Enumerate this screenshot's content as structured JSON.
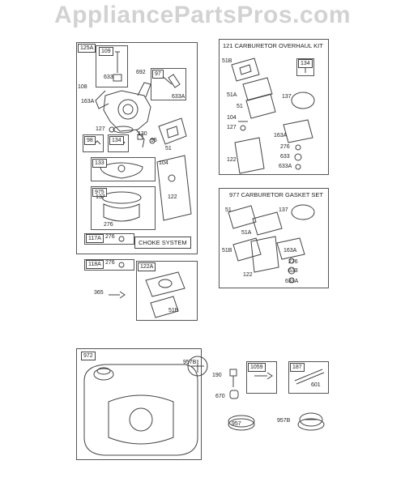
{
  "watermark": "AppliancePartsPros.com",
  "groups": {
    "g125a": "125A",
    "kit121": "121 CARBURETOR OVERHAUL KIT",
    "kit977": "977 CARBURETOR GASKET SET",
    "g972": "972"
  },
  "choke_label": "CHOKE SYSTEM",
  "tags": {
    "t109": "109",
    "t97": "97",
    "t98": "98",
    "t134a": "134",
    "t133": "133",
    "t975": "975",
    "t117a": "117A",
    "t118a": "118A",
    "t122a": "122A",
    "t134b": "134",
    "t1059": "1059",
    "t187": "187"
  },
  "labels": {
    "l633a": "633",
    "l692": "692",
    "l108": "108",
    "l163a": "163A",
    "l633a2": "633A",
    "l127": "127",
    "l130": "130",
    "l95": "95",
    "l51": "51",
    "l104": "104",
    "l137": "137",
    "l122": "122",
    "l276a": "276",
    "l276b": "276",
    "l276c": "276",
    "l365": "365",
    "l51b": "51B",
    "k1_51b": "51B",
    "k1_51a": "51A",
    "k1_51": "51",
    "k1_137": "137",
    "k1_104": "104",
    "k1_127": "127",
    "k1_163a": "163A",
    "k1_276": "276",
    "k1_633": "633",
    "k1_633a": "633A",
    "k1_122": "122",
    "k2_51": "51",
    "k2_137": "137",
    "k2_51a": "51A",
    "k2_51b": "51B",
    "k2_163a": "163A",
    "k2_276": "276",
    "k2_633": "633",
    "k2_122": "122",
    "k2_633a": "633A",
    "b_957b": "957B",
    "b_190": "190",
    "b_670": "670",
    "b_957": "957",
    "b_957b2": "957B",
    "b_601": "601"
  }
}
